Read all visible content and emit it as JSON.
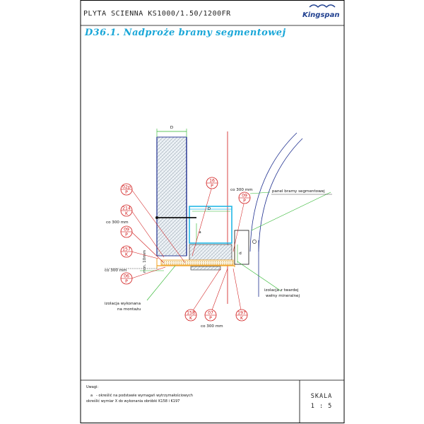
{
  "header": {
    "title": "PLYTA SCIENNA KS1000/1.50/1200FR",
    "logo_text": "Kingspan"
  },
  "drawing": {
    "subtitle": "D36.1. Nadproże bramy segmentowej",
    "tags": [
      {
        "id": "tag-02p",
        "num": "02p",
        "letter": "P"
      },
      {
        "id": "tag-214",
        "num": "214",
        "letter": "K"
      },
      {
        "id": "tag-09-left",
        "num": "09",
        "letter": "P"
      },
      {
        "id": "tag-157",
        "num": "157",
        "letter": "K"
      },
      {
        "id": "tag-06",
        "num": "06",
        "letter": "P"
      },
      {
        "id": "tag-16",
        "num": "16",
        "letter": "P"
      },
      {
        "id": "tag-09-right",
        "num": "09",
        "letter": "P"
      },
      {
        "id": "tag-158",
        "num": "158",
        "letter": "K"
      },
      {
        "id": "tag-07",
        "num": "07",
        "letter": "P"
      },
      {
        "id": "tag-197",
        "num": "197",
        "letter": "K"
      }
    ],
    "labels": {
      "co300_left_top": "co 300 mm",
      "co300_left_bottom": "co 300 mm",
      "co300_right_top": "co 300 mm",
      "co300_bottom": "co 300 mm",
      "min_dim": "min. 10mm",
      "panel_bramy": "panel bramy segmentowej",
      "izolacja_left_1": "izolacja wykonana",
      "izolacja_left_2": "na montażu",
      "izolacja_right_1": "izolacja z twardej",
      "izolacja_right_2": "wełny mineralnej"
    },
    "dims": {
      "D": "D",
      "D_small": "D",
      "a": "a",
      "d": "d"
    }
  },
  "footer": {
    "uwagi_label": "Uwagi:",
    "note_symbol": "a",
    "note_line1": "- określić na podstawie wymagań wytrzymałościowych",
    "note_line2": "określić wymiar X do wykonania obróbki K158 i K197",
    "skala_label": "SKALA",
    "skala_value": "1 : 5"
  },
  "colors": {
    "frame": "#000000",
    "tag_red": "#d01818",
    "subtitle_blue": "#1aa7d8",
    "steel_cyan": "#22b7e6",
    "leader_green": "#2bb52b",
    "insulation_fill": "#ecf3f8",
    "insulation_hatch": "#9aa7b3",
    "flashing_orange": "#f0a020",
    "panel_outline": "#1e2f8f"
  }
}
